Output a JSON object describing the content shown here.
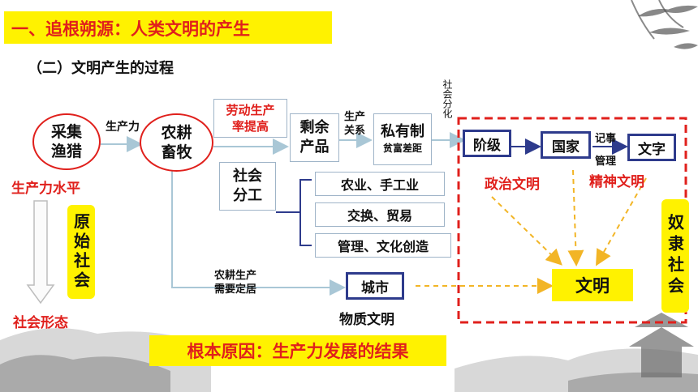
{
  "header": {
    "section_title": "一、追根朔源：人类文明的产生",
    "subtitle": "（二）文明产生的过程"
  },
  "nodes": {
    "caiji": "采集\n渔猎",
    "nonggeng": "农耕\n畜牧",
    "laodong": "劳动生产\n率提高",
    "shengyu": "剩余\n产品",
    "siyouzhi": "私有制",
    "pinfu": "贫富差距",
    "shehui_fengong": "社会\n分工",
    "fengong_items": [
      "农业、手工业",
      "交换、贸易",
      "管理、文化创造"
    ],
    "jieji": "阶级",
    "guojia": "国家",
    "wenzi": "文字",
    "chengshi": "城市",
    "wenming": "文明"
  },
  "edge_labels": {
    "shengchanli": "生产力",
    "shengchan_guanxi": "生产\n关系",
    "shehui_fenhua": "社会分化",
    "jishi": "记事",
    "guanli": "管理",
    "dingju": "农耕生产\n需要定居"
  },
  "labels": {
    "shengchanli_shuiping": "生产力水平",
    "shehui_xingtai": "社会形态",
    "zhengzhi_wenming": "政治文明",
    "jingshen_wenming": "精神文明",
    "wuzhi_wenming": "物质文明",
    "yuanshi_shehui": "原始社会",
    "nuli_shehui": "奴隶社会",
    "conclusion": "根本原因：生产力发展的结果"
  },
  "colors": {
    "accent_red": "#e0201c",
    "highlight_yellow": "#fff200",
    "navy": "#2e3b8c",
    "arrow_blue": "#a9c7d6",
    "dashed_arrow": "#f2b526"
  }
}
